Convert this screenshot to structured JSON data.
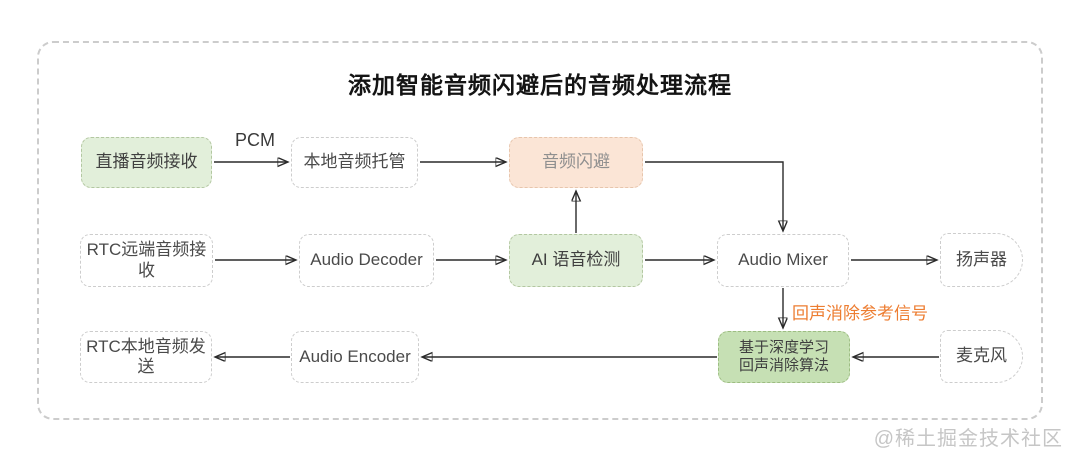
{
  "title": "添加智能音频闪避后的音频处理流程",
  "nodes": {
    "live_audio_receive": "直播音频接收",
    "local_audio_host": "本地音频托管",
    "audio_ducking": "音频闪避",
    "rtc_remote_receive": "RTC远端音频接收",
    "audio_decoder": "Audio Decoder",
    "ai_voice_detect": "AI 语音检测",
    "audio_mixer": "Audio Mixer",
    "speaker": "扬声器",
    "rtc_local_send": "RTC本地音频发送",
    "audio_encoder": "Audio Encoder",
    "aec_line1": "基于深度学习",
    "aec_line2": "回声消除算法",
    "microphone": "麦克风"
  },
  "edge_labels": {
    "pcm": "PCM",
    "aec_ref": "回声消除参考信号"
  },
  "watermark": "@稀土掘金技术社区",
  "colors": {
    "green_light_fill": "#e2efda",
    "green_medium_fill": "#c6e0b4",
    "peach_fill": "#fbe5d6",
    "orange_label": "#ed7d31",
    "line": "#2a2a2a",
    "border_dashed": "#cccccc",
    "watermark_gray": "#c6c6c6"
  }
}
